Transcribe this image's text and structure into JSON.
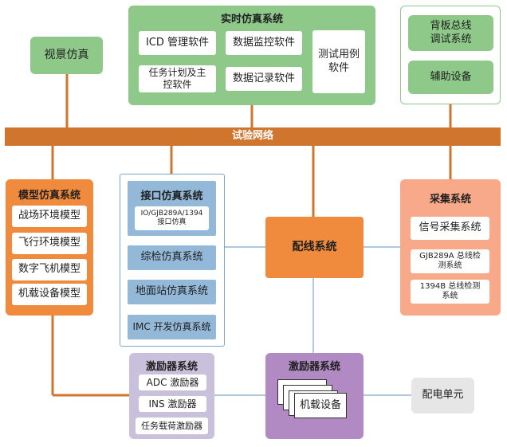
{
  "test_network": "试验网络",
  "visual_sim": "视景仿真",
  "realtime_sim": {
    "title": "实时仿真系统",
    "icd": "ICD 管理软件",
    "data_monitor": "数据监控软件",
    "task_plan": "任务计划及主控软件",
    "data_record": "数据记录软件",
    "test_case": "测试用例软件"
  },
  "right_top": {
    "backplane": "背板总线调试系统",
    "aux_device": "辅助设备"
  },
  "model_sim": {
    "title": "模型仿真系统",
    "items": [
      "战场环境模型",
      "飞行环境模型",
      "数字飞机模型",
      "机载设备模型"
    ]
  },
  "interface_sim": {
    "title": "接口仿真系统",
    "io": "IO/GJB289A/1394接口仿真",
    "comprehensive": "综检仿真系统",
    "ground": "地面站仿真系统",
    "imc": "IMC 开发仿真系统"
  },
  "wiring": "配线系统",
  "acquisition": {
    "title": "采集系统",
    "signal": "信号采集系统",
    "gjb": "GJB289A 总线检测系统",
    "bus1394": "1394B 总线检测系统"
  },
  "exciter_left": {
    "title": "激励器系统",
    "adc": "ADC 激励器",
    "ins": "INS 激励器",
    "payload": "任务载荷激励器"
  },
  "exciter_center": {
    "title": "激励器系统",
    "airborne": "机载设备"
  },
  "power_unit": "配电单元",
  "colors": {
    "network": "#d0752e",
    "green": "#8ec98a",
    "orange": "#f08a3c",
    "salmon": "#f7a98a",
    "blue": "#93b8d8",
    "lavender": "#c9c1db",
    "purple": "#b189c3",
    "thin_line": "#7ea6cc"
  }
}
